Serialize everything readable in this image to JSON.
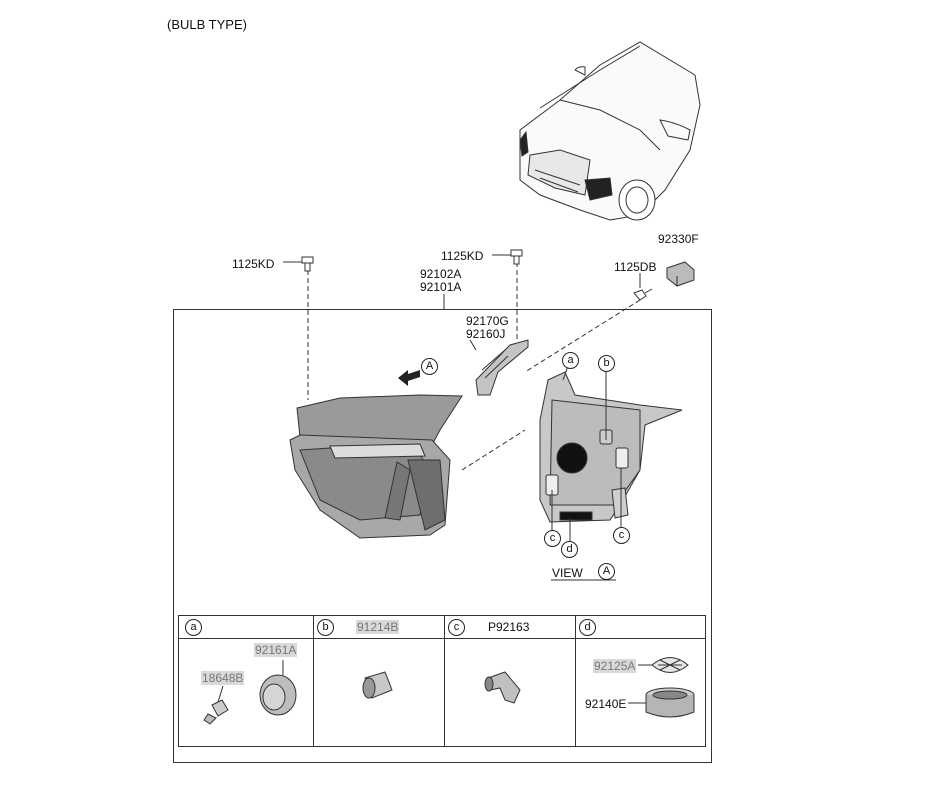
{
  "header": {
    "title": "(BULB TYPE)"
  },
  "callouts": {
    "screw_left": "1125KD",
    "screw_mid": "1125KD",
    "headlamp_a": "92102A",
    "headlamp_b": "92101A",
    "bracket_a": "92170G",
    "bracket_b": "92160J",
    "bolt_right": "1125DB",
    "module": "92330F"
  },
  "view": {
    "arrow_letter": "A",
    "caption_word": "VIEW",
    "caption_letter": "A",
    "markers": {
      "a": "a",
      "b": "b",
      "c1": "c",
      "c2": "c",
      "d": "d"
    }
  },
  "table": {
    "columns": [
      {
        "letter": "a",
        "title": "",
        "parts": [
          "92161A",
          "18648B"
        ]
      },
      {
        "letter": "b",
        "title": "91214B",
        "parts": []
      },
      {
        "letter": "c",
        "title": "P92163",
        "parts": []
      },
      {
        "letter": "d",
        "title": "",
        "parts": [
          "92125A",
          "92140E"
        ]
      }
    ]
  },
  "colors": {
    "line": "#333333",
    "part_fill": "#b8b8b8",
    "dark_part": "#555555",
    "highlight": "#d9d9d9"
  }
}
